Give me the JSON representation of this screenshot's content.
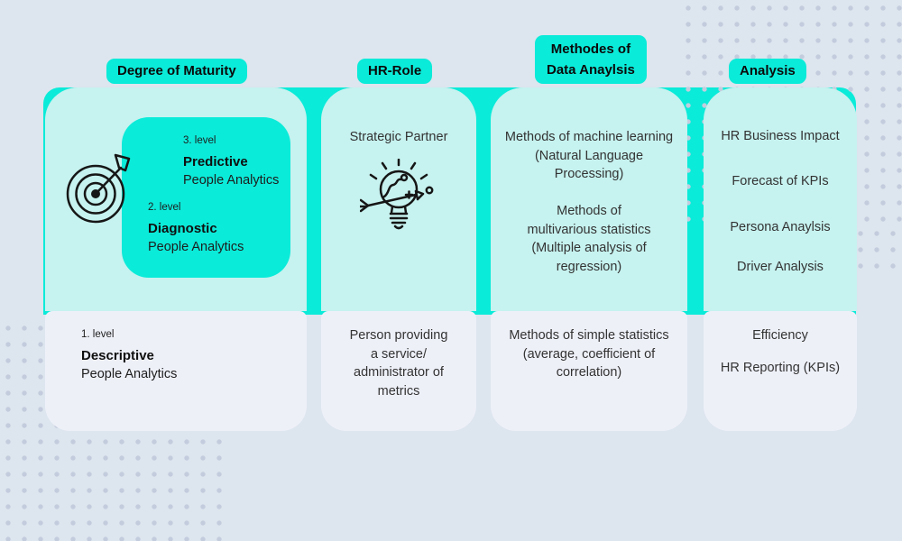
{
  "colors": {
    "background": "#dde5ee",
    "teal": "#0bebd9",
    "cyan": "#c6f2ef",
    "lavender": "#eef0f8",
    "dots": "#c3ccdd",
    "text_dark": "#1d1d1d",
    "text_body": "#333333"
  },
  "headers": {
    "maturity": "Degree of Maturity",
    "hr_role": "HR-Role",
    "methods_line1": "Methodes of",
    "methods_line2": "Data Anaylsis",
    "analysis": "Analysis"
  },
  "maturity": {
    "icon": "target-arrow-icon",
    "level3": {
      "num": "3. level",
      "name": "Predictive",
      "sub": "People Analytics"
    },
    "level2": {
      "num": "2. level",
      "name": "Diagnostic",
      "sub": "People Analytics"
    },
    "level1": {
      "num": "1. level",
      "name": "Descriptive",
      "sub": "People Analytics"
    }
  },
  "hr_role": {
    "icon": "lightbulb-arrow-icon",
    "top": "Strategic Partner",
    "bottom": [
      "Person providing",
      "a service/",
      "administrator of",
      "metrics"
    ]
  },
  "methods": {
    "top_block1": [
      "Methods of machine learning",
      "(Natural Language",
      "Processing)"
    ],
    "top_block2": [
      "Methods of",
      "multivarious statistics",
      "(Multiple analysis of",
      "regression)"
    ],
    "bottom": [
      "Methods of simple statistics",
      "(average, coefficient of",
      "correlation)"
    ]
  },
  "analysis": {
    "top": [
      "HR Business Impact",
      "Forecast of KPIs",
      "Persona Anaylsis",
      "Driver Analysis"
    ],
    "bottom": [
      "Efficiency",
      "HR Reporting (KPIs)"
    ]
  }
}
